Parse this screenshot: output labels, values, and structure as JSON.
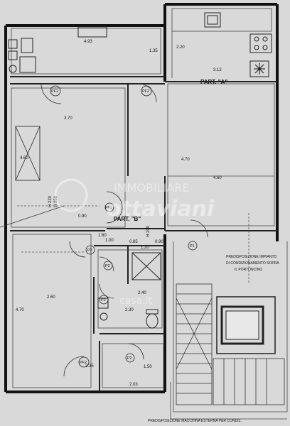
{
  "labels": {
    "part_a": "PART. \"A\"",
    "part_b": "PART. \"B\""
  },
  "dimensions": {
    "d_493": "4.93",
    "d_135": "1.35",
    "d_220": "2.20",
    "d_312": "3.12",
    "d_370": "3.70",
    "d_460_left": "4.60",
    "d_470_mid": "4.70",
    "d_460_mid": "4.60",
    "d_090": "0.90",
    "d_160": "1.60",
    "d_100": "1.00",
    "d_085": "0.85",
    "d_120": "1.20",
    "d_090b": "0.90",
    "d_470_left": "4.70",
    "d_260": "2.60",
    "d_240": "2.40",
    "d_230": "2.30",
    "d_203": "2.03",
    "d_150": "1.50",
    "d_235": "2.35",
    "d_h220": "H 220",
    "d_h250": "H 250",
    "d_h200": "H 200"
  },
  "doors": {
    "pf2_a": "PF2",
    "pf2_b": "PF2",
    "pf2_c": "PF2",
    "p2_a": "P2",
    "p2_b": "P2",
    "p2_c": "P2",
    "p2_d": "P2",
    "p1": "P1",
    "pf2_d": "PF2"
  },
  "notes": {
    "conditioner_1": "PREDISPOSIZIONE IMPIANTO",
    "conditioner_2": "DI CONDIZIONAMENTO SOPRA",
    "conditioner_3": "IL PORTONCINO",
    "boiler": "PREDISPOSIZIONE MACCHINA ESTERNA PER CONDIZ."
  },
  "watermark": {
    "line1": "IMMOBILIARE",
    "line2": "ottaviani",
    "site": "casa.it"
  },
  "colors": {
    "paper": "#d9d9d9",
    "wall": "#111111",
    "line": "#333333"
  }
}
